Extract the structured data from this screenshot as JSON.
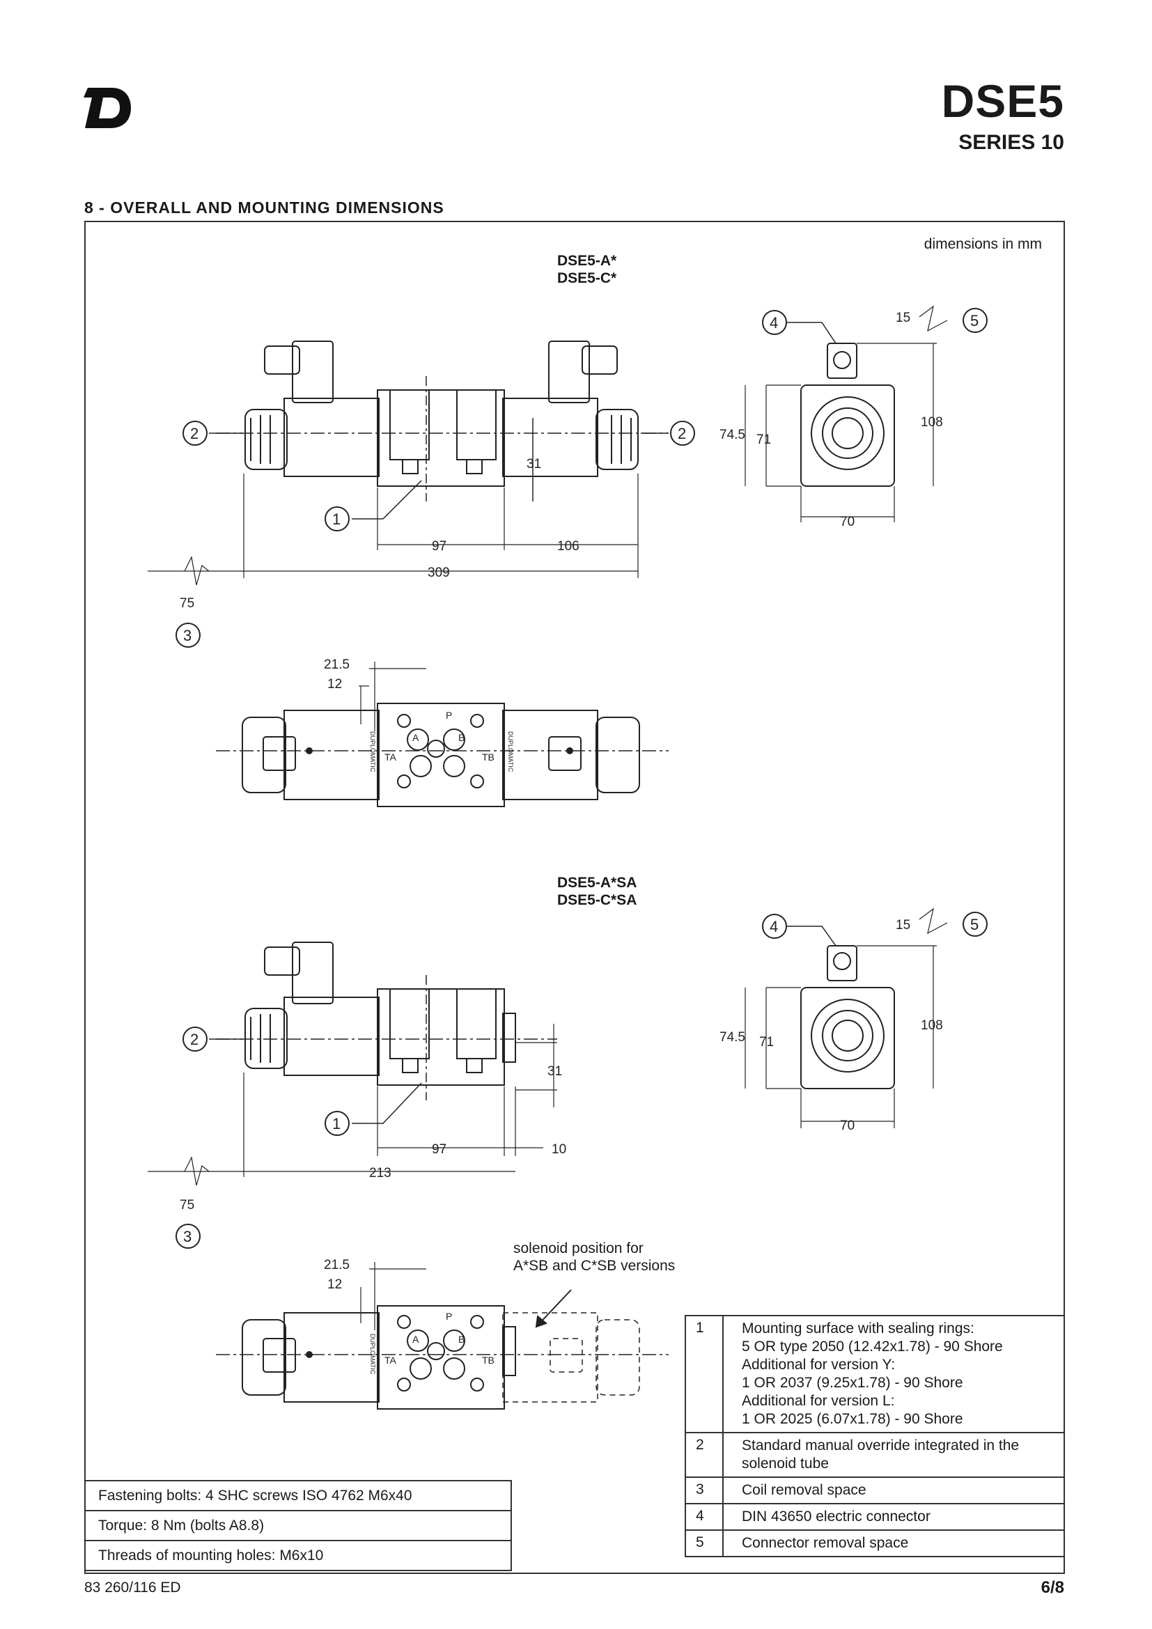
{
  "header": {
    "title": "DSE5",
    "subtitle": "SERIES 10"
  },
  "section": {
    "title": "8 - OVERALL AND MOUNTING DIMENSIONS",
    "units_note": "dimensions in mm"
  },
  "views": {
    "top_label_1": "DSE5-A*",
    "top_label_2": "DSE5-C*",
    "bottom_label_1": "DSE5-A*SA",
    "bottom_label_2": "DSE5-C*SA",
    "solenoid_note_1": "solenoid position for",
    "solenoid_note_2": "A*SB and C*SB versions"
  },
  "dimensions": {
    "d_97": "97",
    "d_106": "106",
    "d_309": "309",
    "d_31": "31",
    "d_75": "75",
    "d_21_5": "21.5",
    "d_12": "12",
    "d_74_5": "74.5",
    "d_71": "71",
    "d_108": "108",
    "d_70": "70",
    "d_15": "15",
    "d_10": "10",
    "d_213": "213",
    "callout_1": "1",
    "callout_2": "2",
    "callout_3": "3",
    "callout_4": "4",
    "callout_5": "5",
    "port_p": "P",
    "port_a": "A",
    "port_b": "B",
    "port_ta": "TA",
    "port_tb": "TB",
    "brand_mark": "DUPLOMATIC"
  },
  "legend": [
    {
      "num": "1",
      "lines": [
        "Mounting surface with sealing rings:",
        "5 OR type 2050 (12.42x1.78) - 90 Shore",
        "Additional for version Y:",
        "1 OR 2037 (9.25x1.78) - 90 Shore",
        "Additional for version L:",
        "1 OR 2025 (6.07x1.78) - 90 Shore"
      ]
    },
    {
      "num": "2",
      "lines": [
        "Standard manual override integrated in the",
        "solenoid tube"
      ]
    },
    {
      "num": "3",
      "lines": [
        "Coil removal space"
      ]
    },
    {
      "num": "4",
      "lines": [
        "DIN 43650 electric connector"
      ]
    },
    {
      "num": "5",
      "lines": [
        "Connector removal space"
      ]
    }
  ],
  "specs": {
    "bolts": "Fastening bolts: 4 SHC screws  ISO 4762 M6x40",
    "torque": "Torque: 8 Nm (bolts A8.8)",
    "threads": "Threads of mounting holes: M6x10"
  },
  "footer": {
    "doc_code": "83 260/116 ED",
    "page": "6/8"
  }
}
